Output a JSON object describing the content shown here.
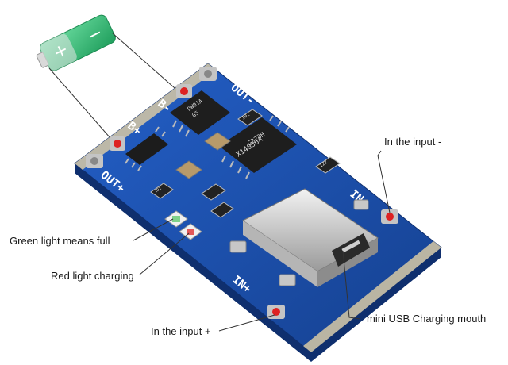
{
  "labels": {
    "in_minus": "In the input -",
    "green": "Green light means full",
    "red": "Red light charging",
    "in_plus": "In the input +",
    "usb": "mini USB Charging mouth"
  },
  "battery": {
    "minus": "−",
    "plus": "+"
  },
  "silkscreen": {
    "out_minus": "OUT-",
    "b_minus": "B-",
    "b_plus": "B+",
    "out_plus": "OUT+",
    "in_minus": "IN-",
    "in_plus": "IN+",
    "r_top": "102",
    "r_mid": "122",
    "r_left": "1D1",
    "chip_main_1": "X14056A",
    "chip_main_2": "C223H",
    "chip_small_1": "DW01A",
    "chip_small_2": "G5"
  },
  "colors": {
    "pcb": "#1b4fb0",
    "pcb_dark": "#123a88",
    "battery": "#2db872",
    "leader": "#333333",
    "pad": "#c4c4c4"
  }
}
